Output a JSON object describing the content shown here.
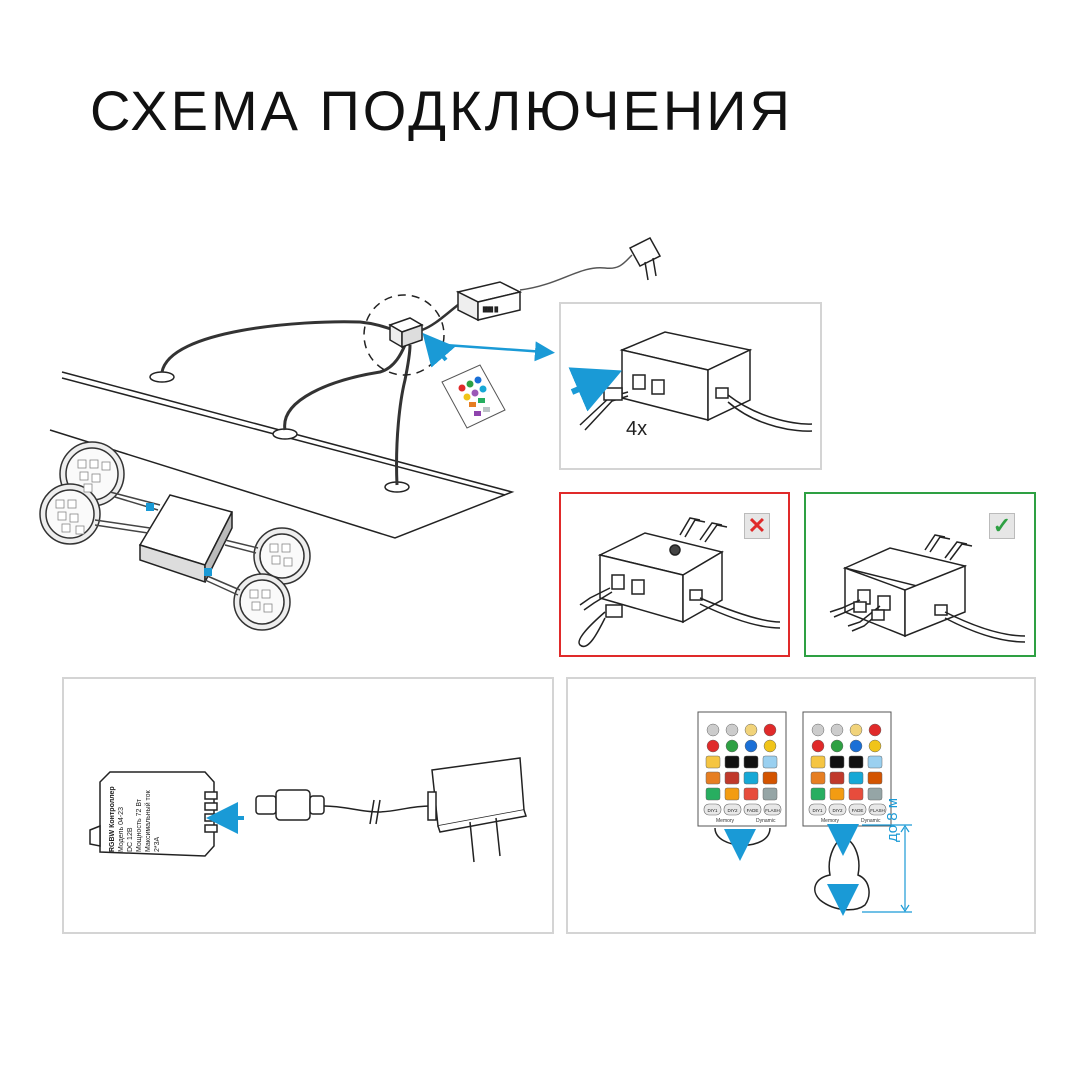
{
  "title": "СХЕМА ПОДКЛЮЧЕНИЯ",
  "connector_count_label": "4x",
  "wrong_mark": "✕",
  "right_mark": "✓",
  "distance_label": "до 8 м",
  "controller_label": {
    "line1": "RGBW Контроллер",
    "line2": "Модель 04-23",
    "line3": "DC 12В",
    "line4": "Мощность 72 Вт",
    "line5": "Максимальный ток 2*3A"
  },
  "remote": {
    "buttons_bottom": [
      "DIY1",
      "DIY2",
      "FADE",
      "FLASH"
    ],
    "captions": [
      "Memory",
      "Dynamic"
    ]
  },
  "colors": {
    "accent_arrow": "#1a9ad6",
    "wrong": "#e02a2a",
    "right": "#2ea043",
    "panel_border": "#d4d4d4",
    "line": "#222222"
  }
}
